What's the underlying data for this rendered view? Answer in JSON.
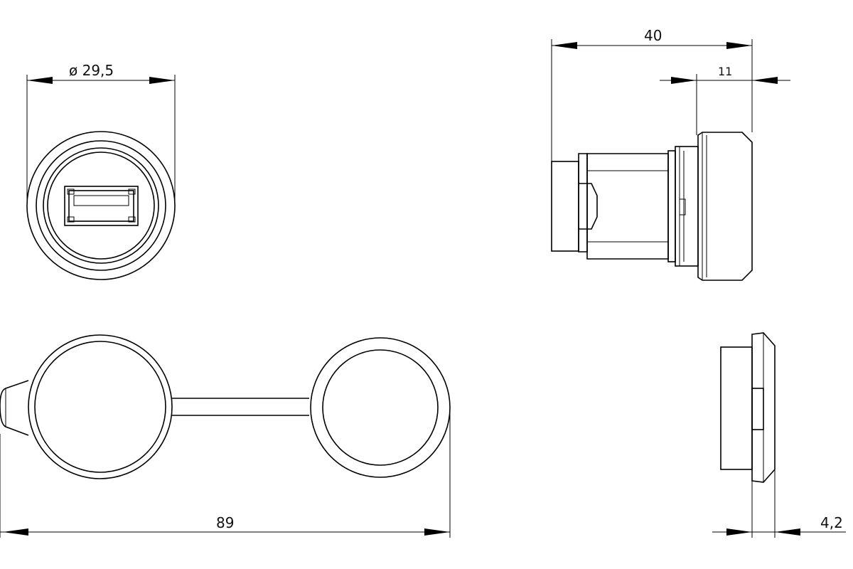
{
  "drawing": {
    "dimensions": {
      "front_diameter": "ø 29,5",
      "side_length": "40",
      "side_flange": "11",
      "cap_length": "89",
      "cap_thickness": "4,2"
    }
  }
}
